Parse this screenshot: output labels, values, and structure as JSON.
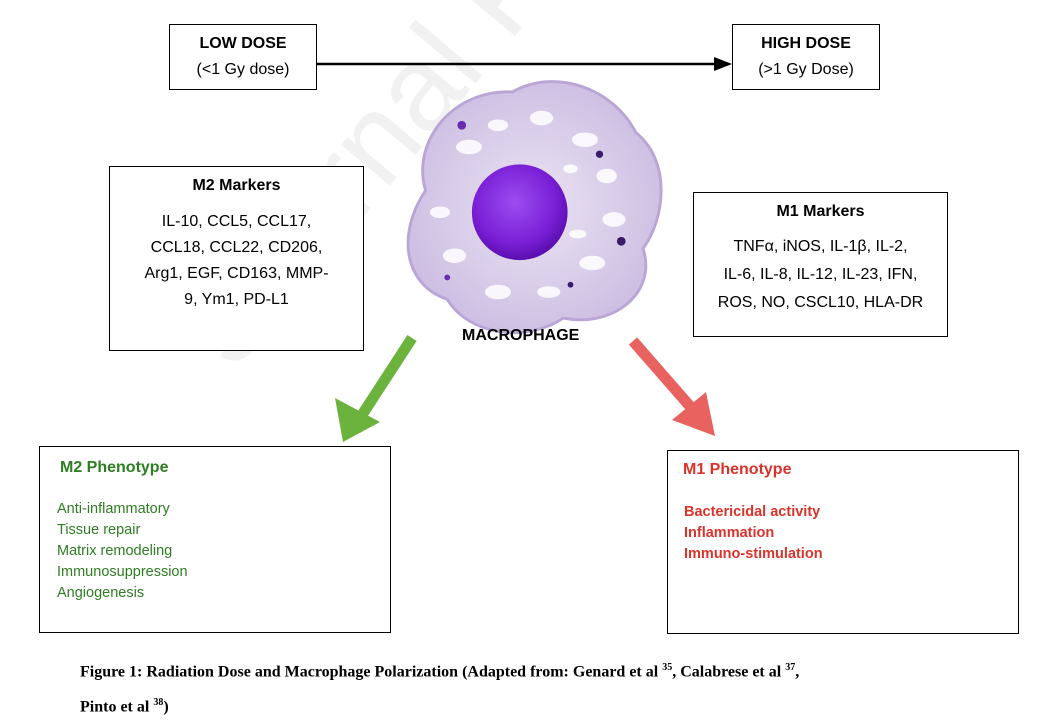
{
  "dose": {
    "low_title": "LOW DOSE",
    "low_sub": "(<1 Gy dose)",
    "high_title": "HIGH DOSE",
    "high_sub": "(>1 Gy Dose)"
  },
  "m2_markers": {
    "title": "M2 Markers",
    "lines": [
      "IL-10, CCL5, CCL17,",
      "CCL18, CCL22, CD206,",
      "Arg1, EGF, CD163, MMP-",
      "9, Ym1, PD-L1"
    ]
  },
  "m1_markers": {
    "title": "M1 Markers",
    "lines": [
      "TNFα, iNOS, IL-1β, IL-2,",
      "IL-6, IL-8, IL-12, IL-23, IFN,",
      "ROS, NO, CSCL10, HLA-DR"
    ]
  },
  "macrophage_label": "MACROPHAGE",
  "m2_phenotype": {
    "title": "M2 Phenotype",
    "items": [
      "Anti-inflammatory",
      "Tissue repair",
      "Matrix remodeling",
      "Immunosuppression",
      "Angiogenesis"
    ]
  },
  "m1_phenotype": {
    "title": "M1 Phenotype",
    "items": [
      "Bactericidal activity",
      "Inflammation",
      "Immuno-stimulation"
    ]
  },
  "caption": {
    "prefix": "Figure 1: Radiation Dose and Macrophage Polarization (Adapted from: Genard et al ",
    "ref1": "35",
    "mid1": ", Calabrese et al ",
    "ref2": "37",
    "mid2": ", ",
    "line2": "Pinto et al ",
    "ref3": "38",
    "end": ")"
  },
  "watermark": "Journal Pre-proof",
  "colors": {
    "m2_green": "#2e7d22",
    "m1_red": "#d9342b",
    "arrow_green": "#6cb33e",
    "arrow_red": "#e8625f",
    "cell_body": "#d9cdea",
    "nucleus": "#7a1fd6"
  }
}
